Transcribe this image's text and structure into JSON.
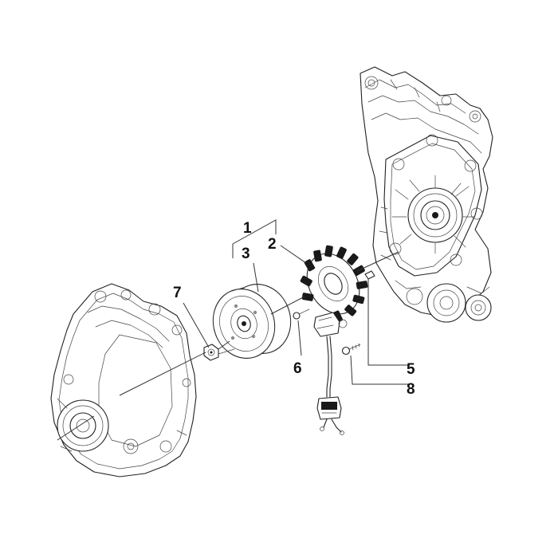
{
  "callouts": {
    "c1": "1",
    "c2": "2",
    "c3": "3",
    "c5": "5",
    "c6": "6",
    "c7": "7",
    "c8": "8"
  },
  "colors": {
    "line": "#222222",
    "background": "#ffffff"
  }
}
